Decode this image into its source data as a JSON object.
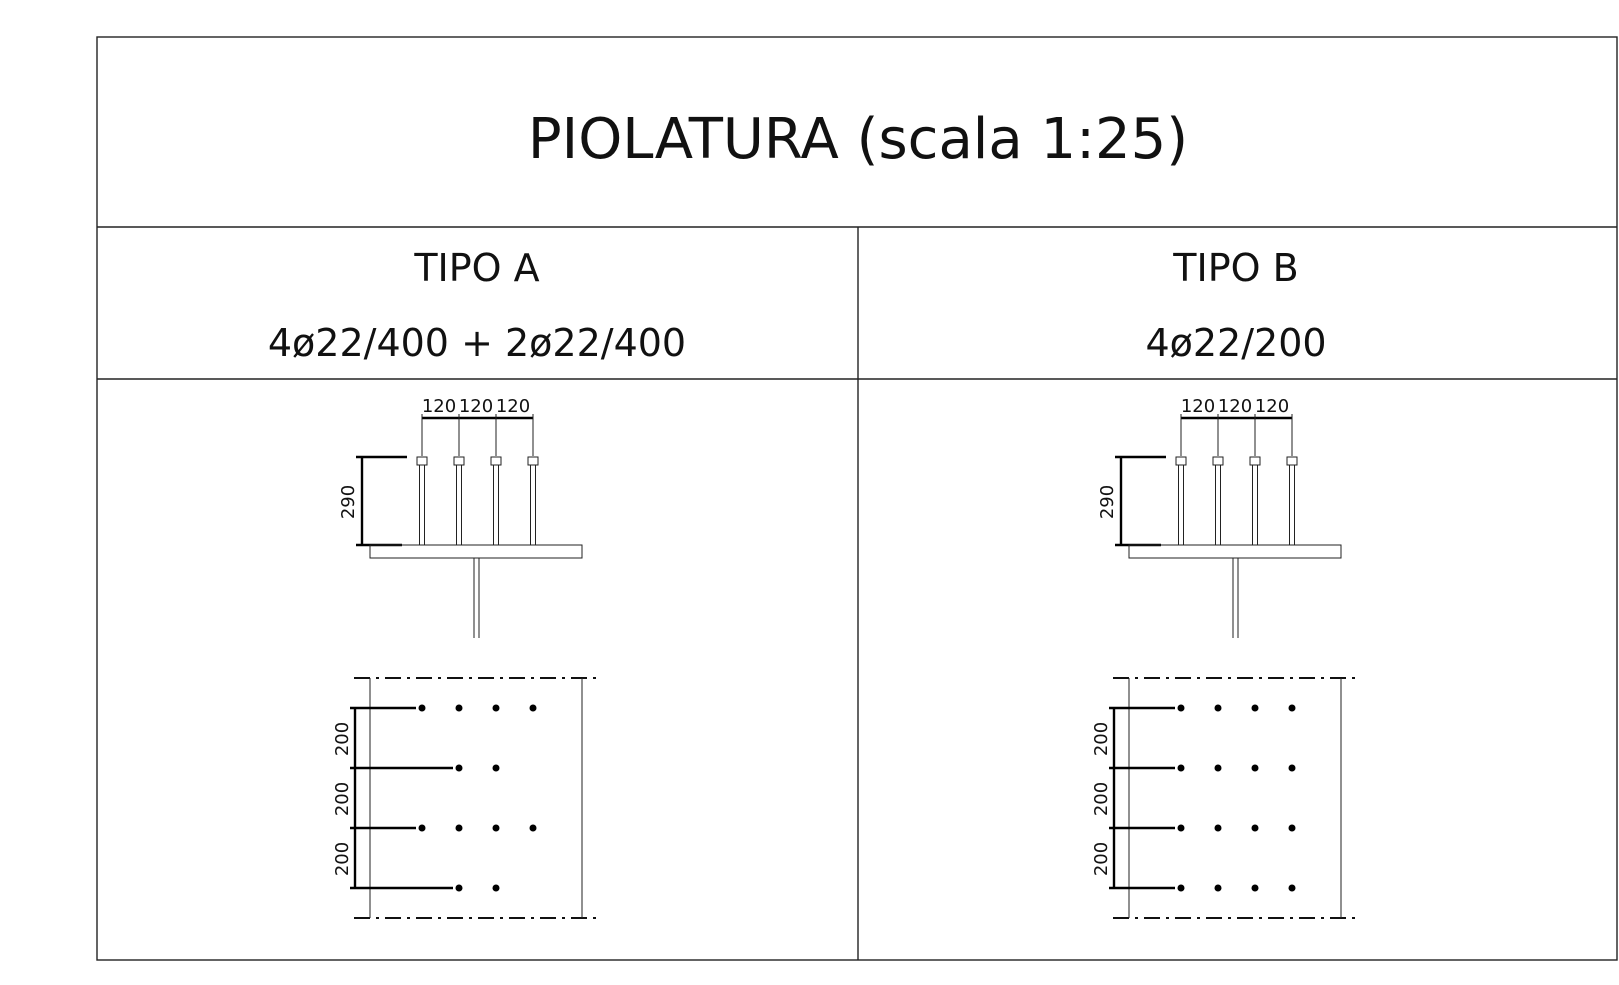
{
  "table": {
    "title": "PIOLATURA (scala 1:25)",
    "columns": [
      {
        "type_label": "TIPO A",
        "rebar": "4ø22/400 + 2ø22/400",
        "elevation": {
          "spacing_labels": [
            "120",
            "120",
            "120"
          ],
          "height_label": "290"
        },
        "plan": {
          "row_spacing_labels": [
            "200",
            "200",
            "200"
          ],
          "rows_stud_counts": [
            4,
            2,
            4,
            2
          ]
        }
      },
      {
        "type_label": "TIPO B",
        "rebar": "4ø22/200",
        "elevation": {
          "spacing_labels": [
            "120",
            "120",
            "120"
          ],
          "height_label": "290"
        },
        "plan": {
          "row_spacing_labels": [
            "200",
            "200",
            "200"
          ],
          "rows_stud_counts": [
            4,
            4,
            4,
            4
          ]
        }
      }
    ]
  }
}
